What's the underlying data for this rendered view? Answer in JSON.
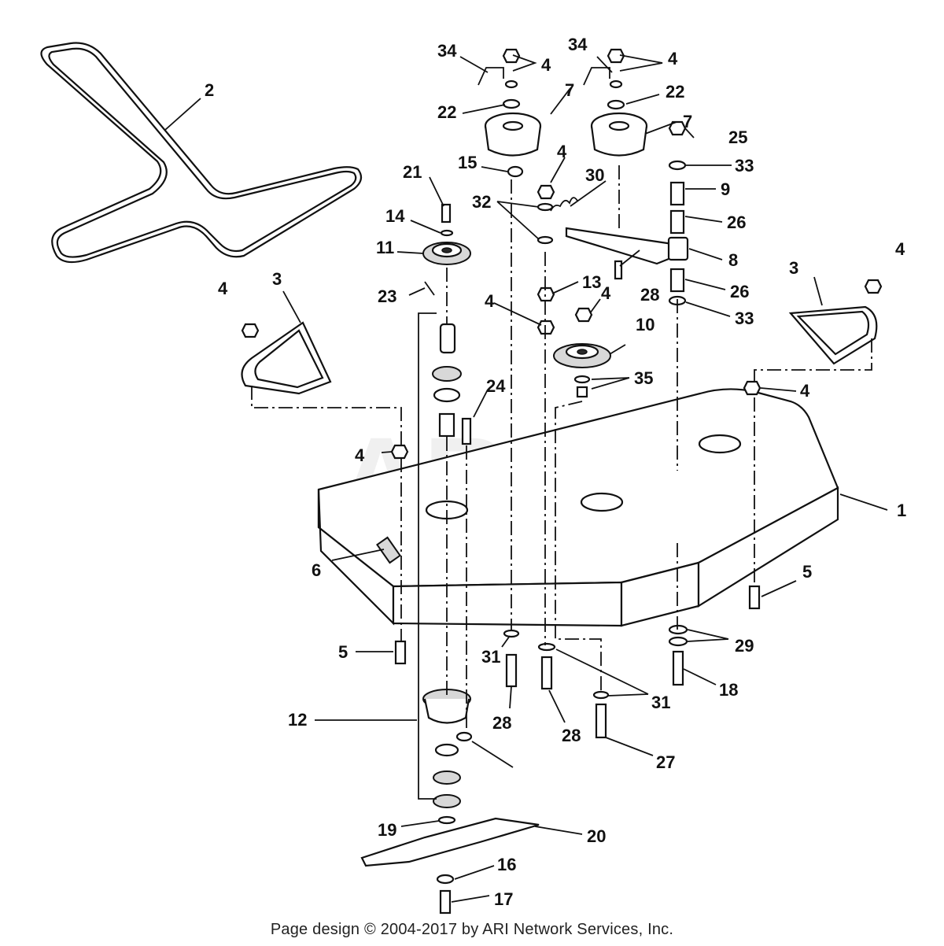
{
  "watermark": "ARI",
  "footer": {
    "text": "Page design © 2004-2017 by ARI Network Services, Inc."
  },
  "labels": {
    "l1": "1",
    "l2": "2",
    "l3a": "3",
    "l3b": "3",
    "l4a": "4",
    "l4b": "4",
    "l4c": "4",
    "l4d": "4",
    "l4e": "4",
    "l4f": "4",
    "l4g": "4",
    "l4h": "4",
    "l4i": "4",
    "l5a": "5",
    "l5b": "5",
    "l6": "6",
    "l7a": "7",
    "l7b": "7",
    "l8": "8",
    "l9": "9",
    "l10": "10",
    "l11": "11",
    "l12": "12",
    "l13": "13",
    "l14": "14",
    "l15": "15",
    "l16": "16",
    "l17": "17",
    "l18": "18",
    "l19": "19",
    "l20": "20",
    "l21": "21",
    "l22a": "22",
    "l22b": "22",
    "l23": "23",
    "l24": "24",
    "l25": "25",
    "l26a": "26",
    "l26b": "26",
    "l27": "27",
    "l28a": "28",
    "l28b": "28",
    "l28c": "28",
    "l29": "29",
    "l30": "30",
    "l31a": "31",
    "l31b": "31",
    "l32": "32",
    "l33a": "33",
    "l33b": "33",
    "l34a": "34",
    "l34b": "34",
    "l35": "35"
  }
}
